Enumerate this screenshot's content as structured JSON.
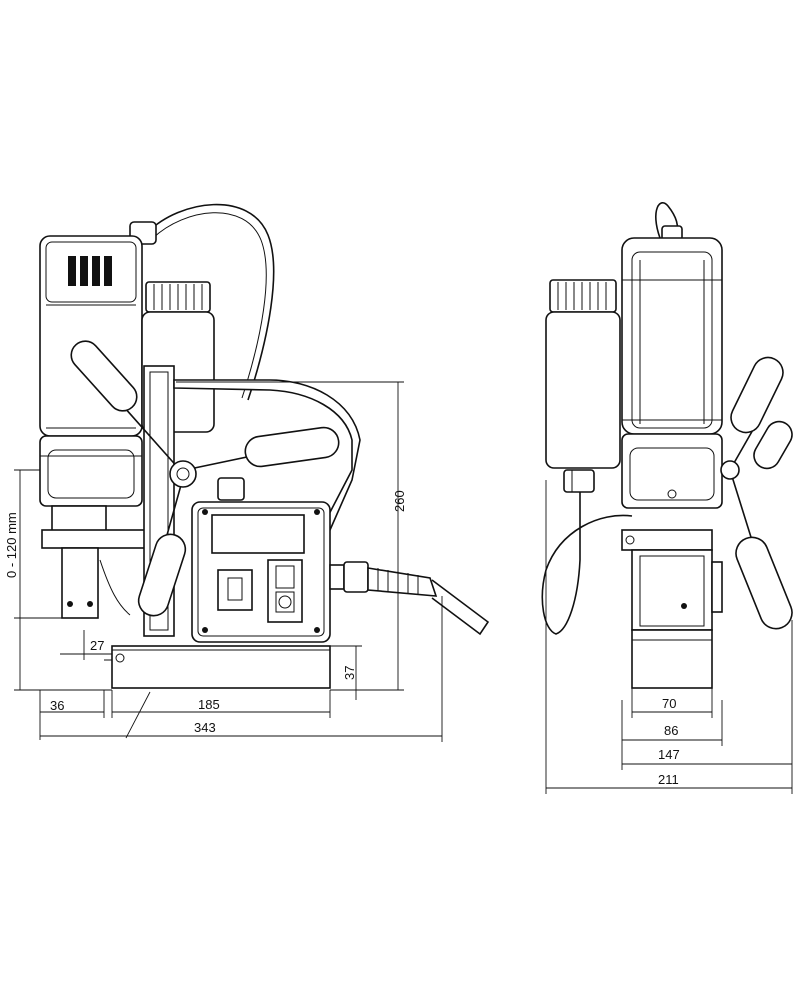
{
  "dimensions": {
    "stroke_range": "0 - 120 mm",
    "height_260": "260",
    "offset_27": "27",
    "base_height_37": "37",
    "offset_36": "36",
    "base_length_185": "185",
    "overall_length_343": "343",
    "magnet_width_70": "70",
    "body_width_86": "86",
    "side_width_147": "147",
    "overall_width_211": "211"
  },
  "colors": {
    "line": "#111111",
    "fill": "#ffffff",
    "shade": "#e9e9e9"
  }
}
